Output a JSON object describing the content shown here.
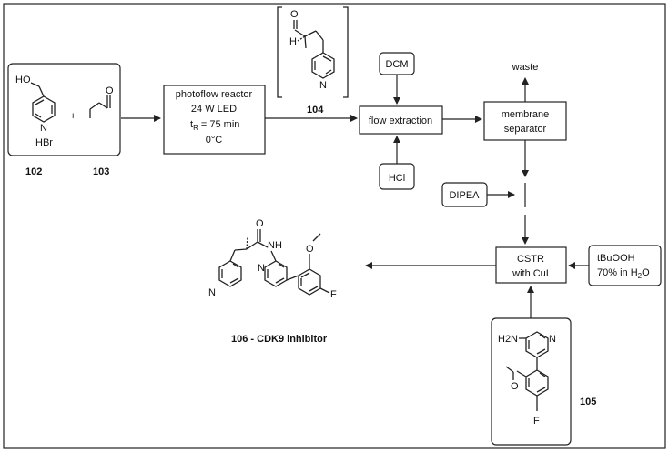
{
  "compounds": {
    "c102": {
      "id": "102",
      "oh": "HO",
      "n": "N",
      "salt": "HBr"
    },
    "c103": {
      "id": "103",
      "o": "O"
    },
    "c104": {
      "id": "104",
      "o": "O",
      "h": "H",
      "n": "N"
    },
    "c105": {
      "id": "105",
      "nh2": "H2N",
      "n": "N",
      "o": "O",
      "f": "F"
    },
    "c106": {
      "id": "106 - CDK9 inhibitor",
      "o": "O",
      "nh": "NH",
      "n1": "N",
      "n2": "N",
      "o2": "O",
      "f": "F"
    }
  },
  "plus": "+",
  "reactor": {
    "line1": "photoflow reactor",
    "line2": "24 W LED",
    "line3_main": "t",
    "line3_sub": "R",
    "line3_rest": " = 75 min",
    "line4": "0°C"
  },
  "extraction": {
    "label": "flow extraction",
    "top_reagent": "DCM",
    "bottom_reagent": "HCl"
  },
  "separator": {
    "line1": "membrane",
    "line2": "separator",
    "waste": "waste"
  },
  "base": {
    "label": "DIPEA"
  },
  "cstr": {
    "line1": "CSTR",
    "line2": "with CuI"
  },
  "oxidant": {
    "line1": "tBuOOH",
    "line2_main": "70% in H",
    "line2_sub": "2",
    "line2_rest": "O"
  }
}
